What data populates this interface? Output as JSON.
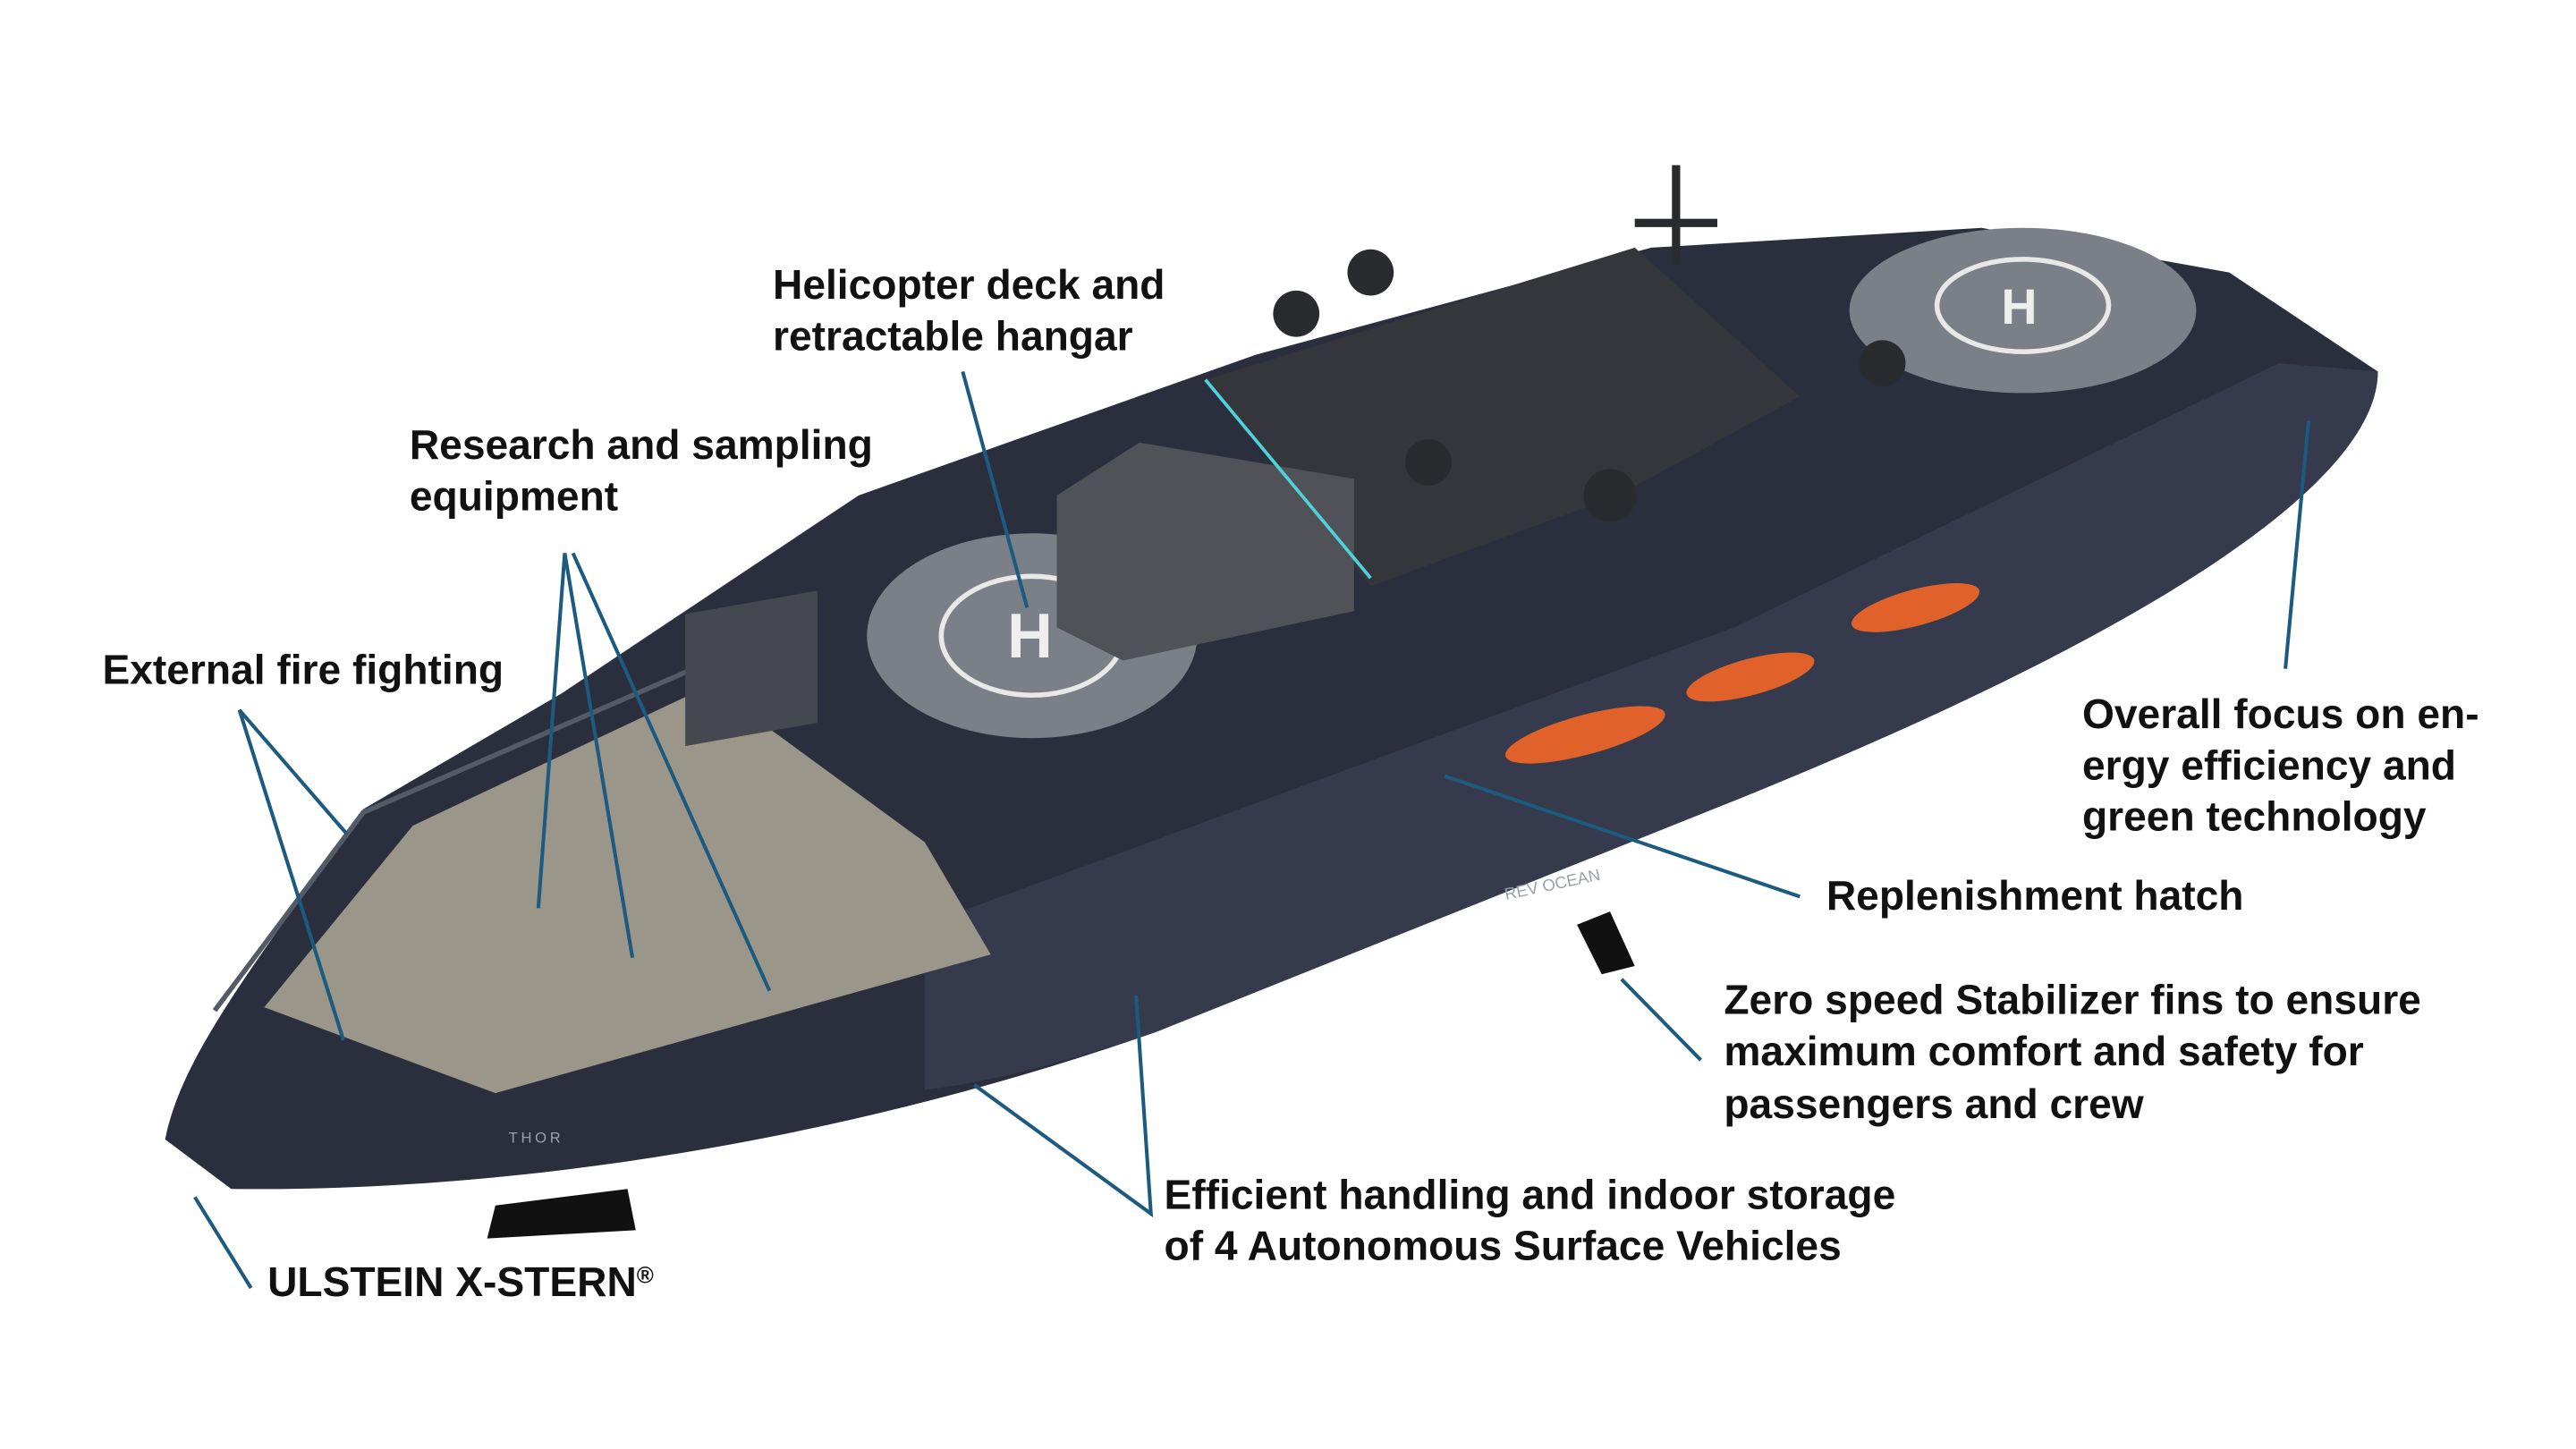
{
  "colors": {
    "leader_line": "#1d5a80",
    "label_text": "#111111",
    "hull": "#2b2f3d",
    "deck": "#9b968a",
    "helideck": "#7a7f88",
    "lifeboat": "#e0622a"
  },
  "labels": {
    "helicopter": [
      "Helicopter deck and",
      "retractable hangar"
    ],
    "research": [
      "Research and sampling",
      "equipment"
    ],
    "fire": [
      "External fire fighting"
    ],
    "energy": [
      "Overall focus on en-",
      "ergy efficiency and",
      "green technology"
    ],
    "replenishment": [
      "Replenishment hatch"
    ],
    "stabilizer": [
      "Zero speed Stabilizer fins to ensure",
      "maximum comfort and safety for",
      "passengers and crew"
    ],
    "asv": [
      "Efficient handling and indoor storage",
      "of 4 Autonomous Surface Vehicles"
    ],
    "xstern": [
      "ULSTEIN X-STERN",
      "®"
    ]
  },
  "ship": {
    "stern_name": "THOR",
    "hull_marking": "REV OCEAN",
    "helipad_letter": "H"
  }
}
